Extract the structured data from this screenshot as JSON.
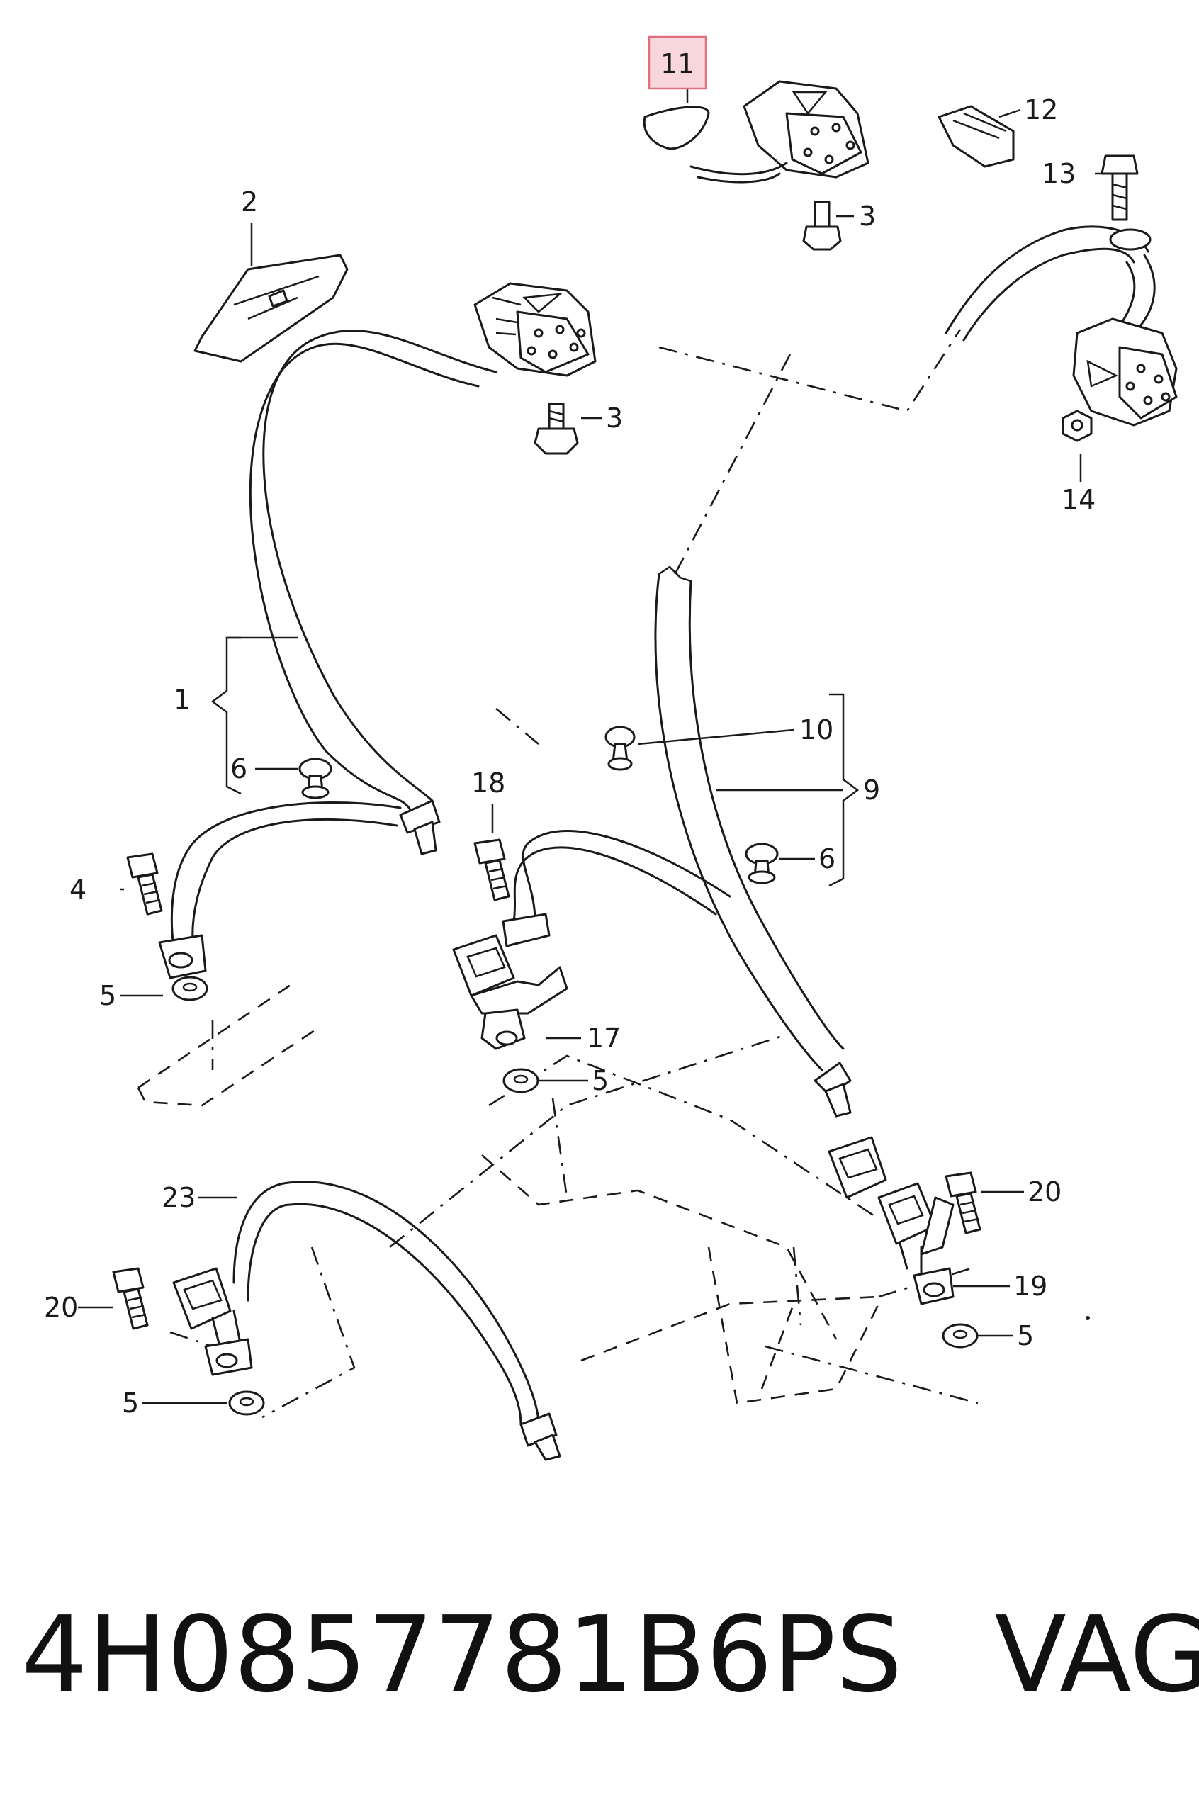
{
  "callouts": [
    {
      "id": "c1",
      "text": "1"
    },
    {
      "id": "c2",
      "text": "2"
    },
    {
      "id": "c3a",
      "text": "3"
    },
    {
      "id": "c3b",
      "text": "3"
    },
    {
      "id": "c4",
      "text": "4"
    },
    {
      "id": "c5a",
      "text": "5"
    },
    {
      "id": "c5b",
      "text": "5"
    },
    {
      "id": "c5c",
      "text": "5"
    },
    {
      "id": "c5d",
      "text": "5"
    },
    {
      "id": "c6a",
      "text": "6"
    },
    {
      "id": "c6b",
      "text": "6"
    },
    {
      "id": "c9",
      "text": "9"
    },
    {
      "id": "c10",
      "text": "10"
    },
    {
      "id": "c11",
      "text": "11"
    },
    {
      "id": "c12",
      "text": "12"
    },
    {
      "id": "c13",
      "text": "13"
    },
    {
      "id": "c14",
      "text": "14"
    },
    {
      "id": "c17",
      "text": "17"
    },
    {
      "id": "c18",
      "text": "18"
    },
    {
      "id": "c19",
      "text": "19"
    },
    {
      "id": "c20a",
      "text": "20"
    },
    {
      "id": "c20b",
      "text": "20"
    },
    {
      "id": "c23",
      "text": "23"
    }
  ],
  "highlight": {
    "callout": "11",
    "color": "#f8d7dc",
    "border": "#e0707e"
  },
  "footer": {
    "part_number": "4H0857781B6PS",
    "brand": "VAG"
  }
}
